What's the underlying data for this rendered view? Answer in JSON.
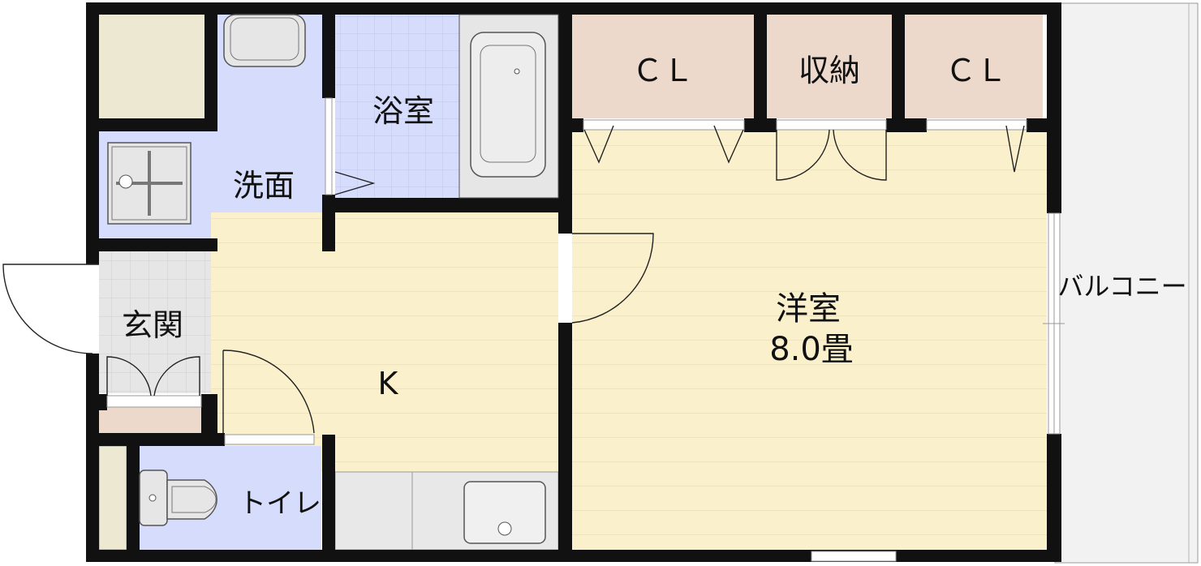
{
  "rooms": {
    "cl_left": "ＣＬ",
    "storage": "収納",
    "cl_right": "ＣＬ",
    "bathroom": "浴室",
    "washroom": "洗面",
    "entrance": "玄関",
    "kitchen": "K",
    "toilet": "トイレ",
    "western_room": "洋室",
    "western_room_size": "8.0畳",
    "balcony": "バルコニー"
  },
  "colors": {
    "wall": "#111111",
    "closet": "#ecd9cc",
    "room_floor": "#fbf0cc",
    "wet_area": "#d6dcfb",
    "tile": "#e6e6e6",
    "balcony": "#f2f2f2",
    "storage_block": "#ece8d2",
    "fixture": "#e8e8e8"
  }
}
